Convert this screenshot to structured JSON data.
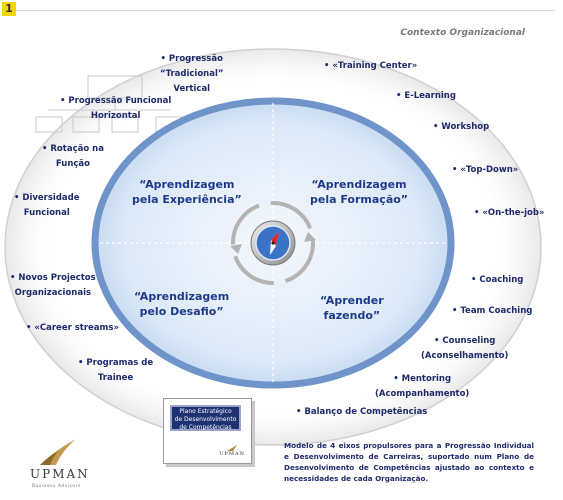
{
  "badge": "1",
  "context_title": "Contexto Organizacional",
  "quadrants": {
    "top_left": "“Aprendizagem\npela Experiência”",
    "top_right": "“Aprendizagem\npela Formação”",
    "bottom_left": "“Aprendizagem\npelo Desafio”",
    "bottom_right": "“Aprender\nfazendo”"
  },
  "left_items": [
    "• Progressão\n“Tradicional”\nVertical",
    "• Progressão Funcional\nHorizontal",
    "• Rotação na\nFunção",
    "• Diversidade\nFuncional",
    "• Novos Projectos\nOrganizacionais",
    "• «Career streams»",
    "• Programas de\nTrainee"
  ],
  "right_items": [
    "• «Training Center»",
    "• E-Learning",
    "• Workshop",
    "• «Top-Down»",
    "• «On-the-job»",
    "• Coaching",
    "• Team Coaching",
    "• Counseling\n(Aconselhamento)",
    "• Mentoring\n(Acompanhamento)",
    "• Balanço de Competências"
  ],
  "plan_book": {
    "title": "Plano Estratégico\nde Desenvolvimento\nde Competências",
    "logo": "UPMAN"
  },
  "logo": {
    "word": "UPMAN",
    "sub": "Business Advisors"
  },
  "caption": "Modelo de 4 eixos propulsores para a Progressão Individual e Desenvolvimento de Carreiras, suportado num Plano de Desenvolvimento de Competências ajustado ao contexto e necessidades de cada Organização.",
  "colors": {
    "ellipse_fill": "#dbe8f8",
    "ellipse_border": "#6f94c9",
    "text": "#1f2a6b",
    "quadrant_text": "#1f3a8a",
    "plan_plate": "#1e3173"
  },
  "icons": {
    "center": "compass-icon",
    "logo": "upman-logo-mark"
  }
}
